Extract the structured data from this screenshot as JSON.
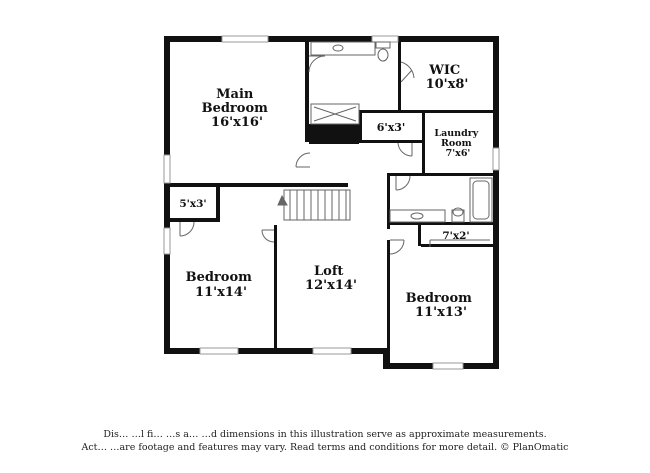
{
  "rooms": {
    "main_bedroom": [
      "Main",
      "Bedroom",
      "16'x16'"
    ],
    "wic": [
      "WIC",
      "10'x8'"
    ],
    "closet_6x3": [
      "6'x3'"
    ],
    "laundry": [
      "Laundry",
      "Room",
      "7'x6'"
    ],
    "closet_5x3": [
      "5'x3'"
    ],
    "closet_7x2": [
      "7'x2'"
    ],
    "bedroom_left": [
      "Bedroom",
      "11'x14'"
    ],
    "loft": [
      "Loft",
      "12'x14'"
    ],
    "bedroom_right": [
      "Bedroom",
      "11'x13'"
    ]
  },
  "disclaimer": {
    "line1": "Dis…  …l fi… …s a… …d dimensions in this illustration serve as approximate measurements.",
    "line2": "Act… …are footage and features may vary. Read terms and conditions for more detail. © PlanOmatic"
  }
}
